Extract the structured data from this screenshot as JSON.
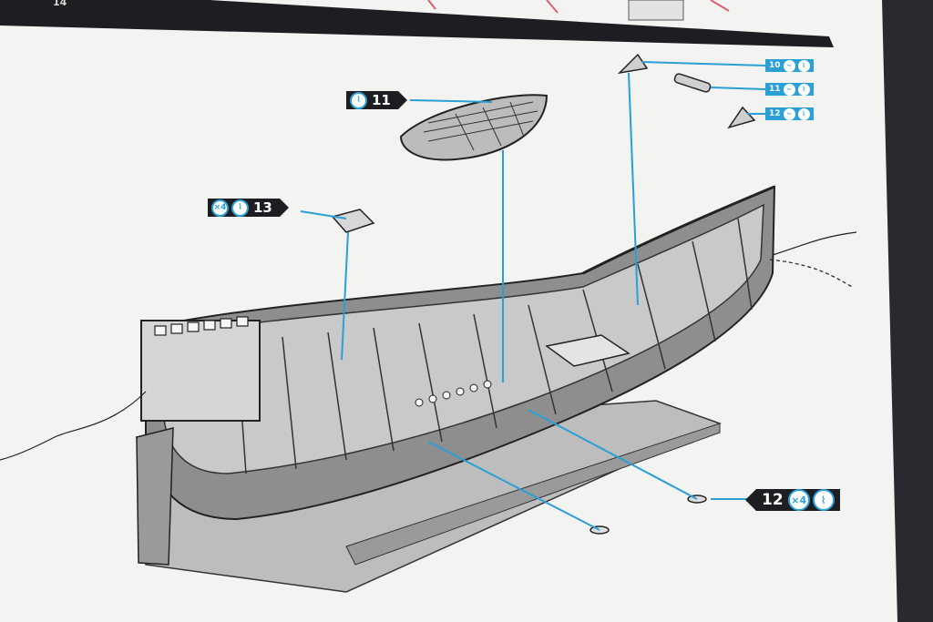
{
  "page": {
    "number": "14"
  },
  "callouts": {
    "boat": {
      "part": "11",
      "icon": "glue-icon"
    },
    "cleat": {
      "count": "×4",
      "part": "13",
      "icon": "glue-icon"
    },
    "ring": {
      "part": "12",
      "count": "×4",
      "icon": "glue-icon"
    }
  },
  "small_callouts": [
    {
      "part": "10"
    },
    {
      "part": "11"
    },
    {
      "part": "12"
    }
  ],
  "colors": {
    "paper": "#f3f3f2",
    "ink": "#1e1e22",
    "leader": "#2aa0d6",
    "table": "#2a2a2e"
  }
}
